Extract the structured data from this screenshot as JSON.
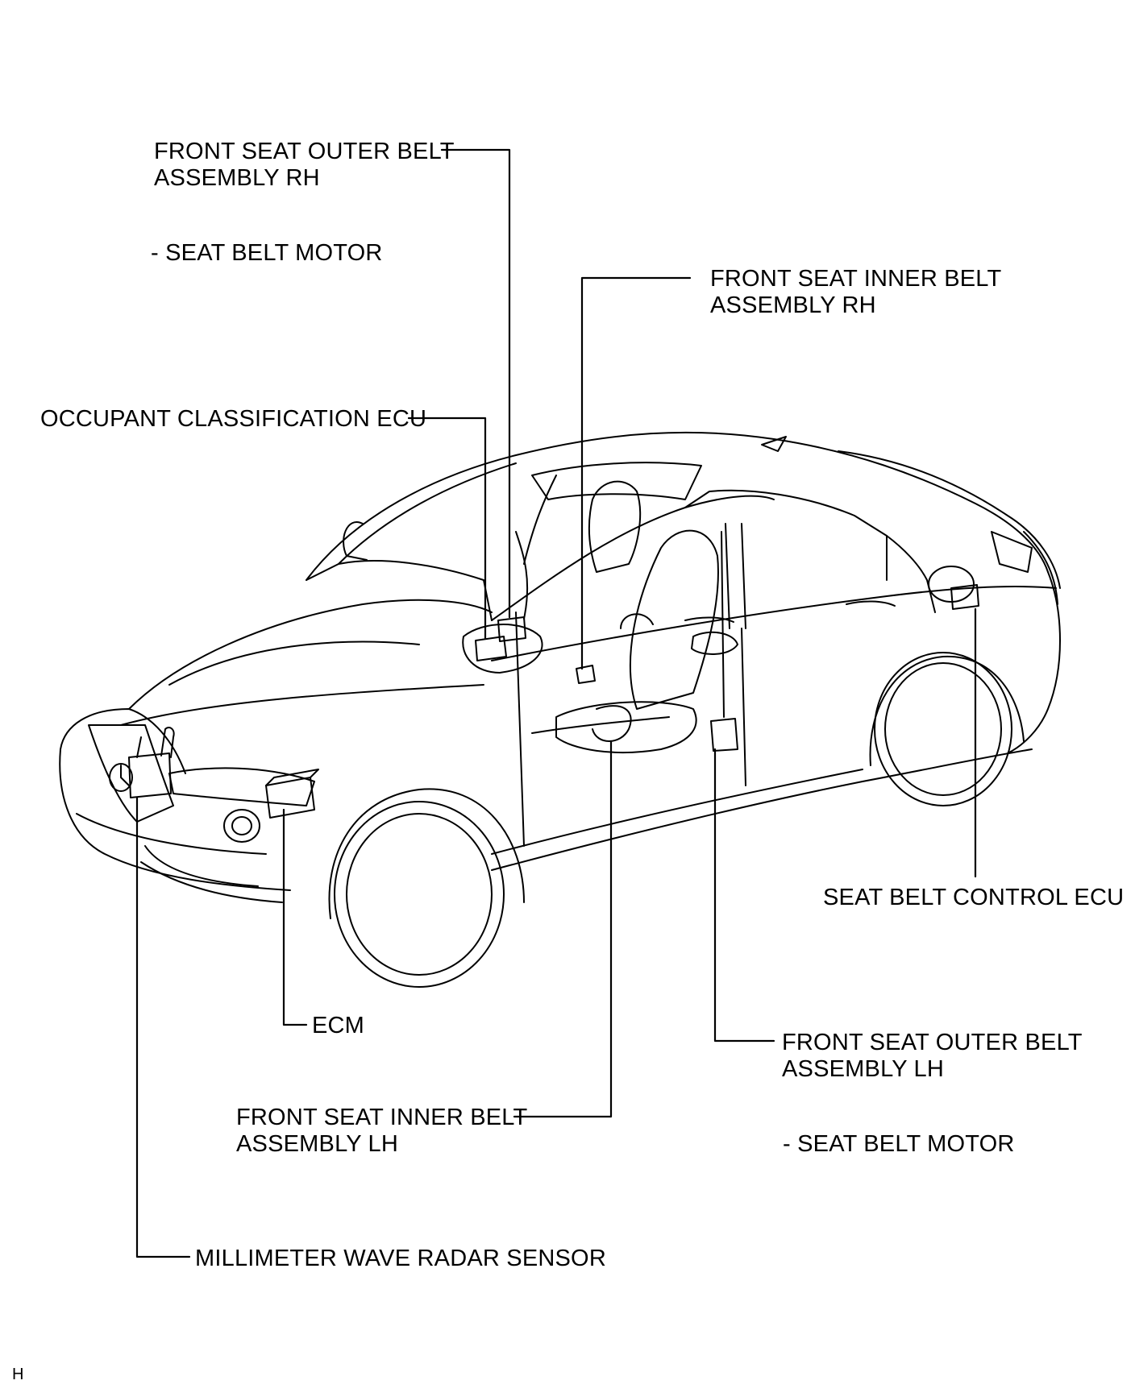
{
  "labels": {
    "outer_rh_line1": "FRONT SEAT OUTER BELT",
    "outer_rh_line2": "ASSEMBLY  RH",
    "outer_rh_sub": "- SEAT BELT MOTOR",
    "inner_rh_line1": "FRONT SEAT INNER BELT",
    "inner_rh_line2": "ASSEMBLY  RH",
    "occupant_ecu": "OCCUPANT CLASSIFICATION ECU",
    "seat_belt_control_ecu": "SEAT BELT CONTROL ECU",
    "ecm": "ECM",
    "outer_lh_line1": "FRONT SEAT OUTER BELT",
    "outer_lh_line2": "ASSEMBLY  LH",
    "outer_lh_sub": "- SEAT BELT MOTOR",
    "inner_lh_line1": "FRONT SEAT INNER BELT",
    "inner_lh_line2": "ASSEMBLY  LH",
    "radar_sensor": "MILLIMETER WAVE RADAR SENSOR",
    "corner_mark": "H"
  }
}
